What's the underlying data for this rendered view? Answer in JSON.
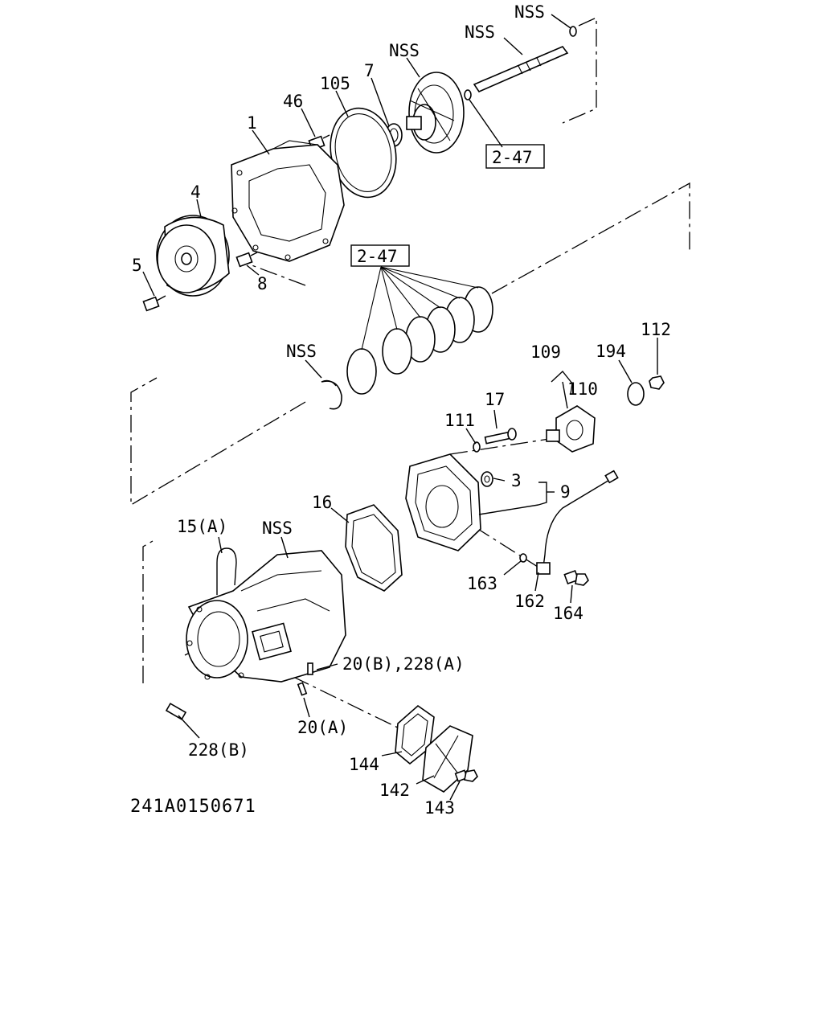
{
  "diagram": {
    "drawing_code": "241A0150671",
    "callouts": {
      "nss_top_1": "NSS",
      "nss_top_2": "NSS",
      "nss_pump": "NSS",
      "p105": "105",
      "p7": "7",
      "p46": "46",
      "p1": "1",
      "p4": "4",
      "p5": "5",
      "p8": "8",
      "ref_247_top": "2-47",
      "ref_247_mid": "2-47",
      "nss_ring": "NSS",
      "p109": "109",
      "p194": "194",
      "p112": "112",
      "p110": "110",
      "p17": "17",
      "p111": "111",
      "p3": "3",
      "p9": "9",
      "p16": "16",
      "p15a": "15(A)",
      "nss_case": "NSS",
      "p163": "163",
      "p162": "162",
      "p164": "164",
      "p20b228a": "20(B),228(A)",
      "p20a": "20(A)",
      "p228b": "228(B)",
      "p144": "144",
      "p142": "142",
      "p143": "143"
    }
  }
}
